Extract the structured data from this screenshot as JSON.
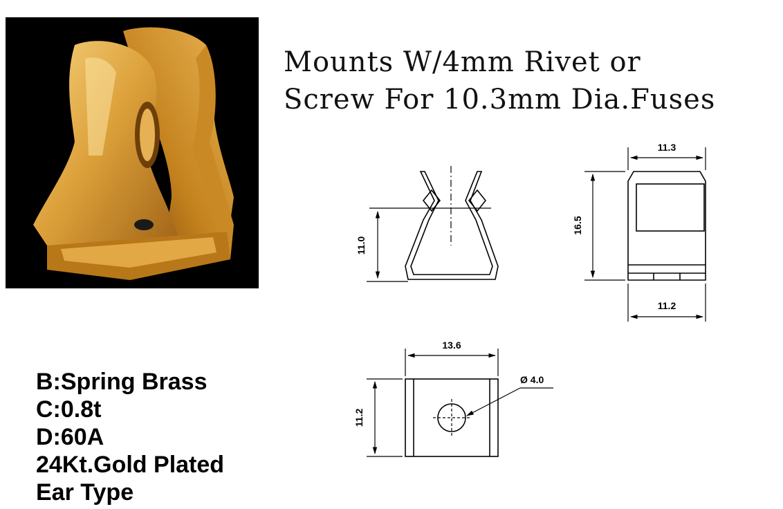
{
  "title": {
    "line1": "Mounts W/4mm Rivet or",
    "line2": "Screw For 10.3mm Dia.Fuses"
  },
  "specs": [
    "B:Spring Brass",
    "C:0.8t",
    "D:60A",
    "24Kt.Gold Plated",
    "Ear Type"
  ],
  "dimensions": {
    "side_height": "11.0",
    "front_top_width": "11.3",
    "front_height": "16.5",
    "front_bottom_width": "11.2",
    "base_width": "13.6",
    "base_height": "11.2",
    "hole_diameter": "Ø 4.0"
  },
  "colors": {
    "photo_background": "#000000",
    "brass_light": "#f2c46a",
    "brass_mid": "#d9982c",
    "brass_dark": "#8a5410"
  }
}
